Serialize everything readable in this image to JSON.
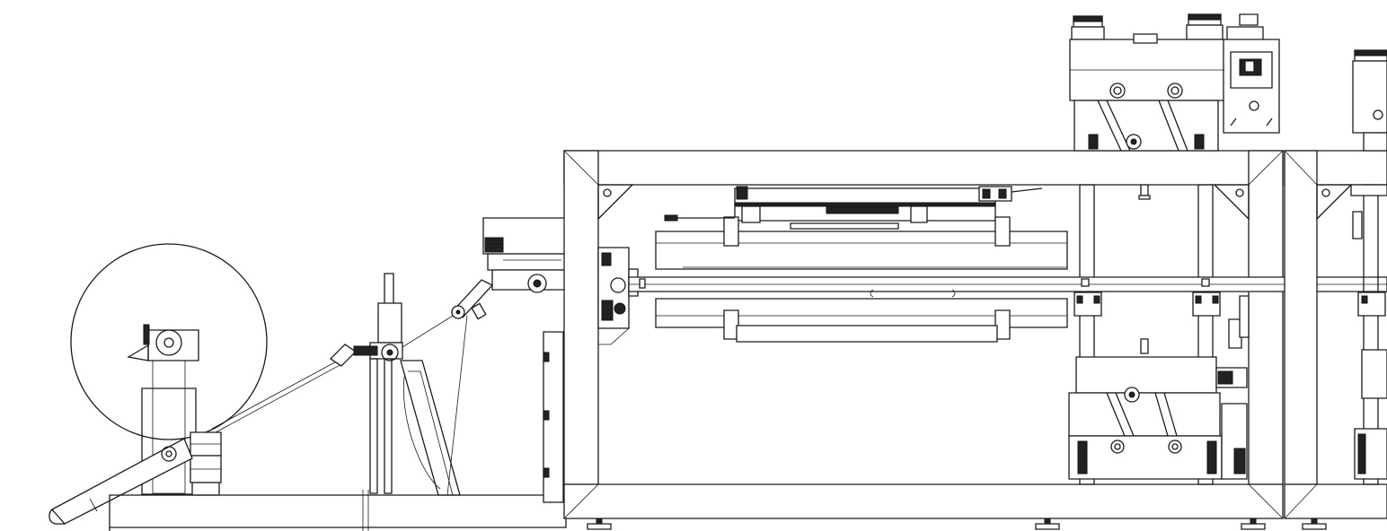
{
  "drawing": {
    "type": "machine side elevation line drawing",
    "line_color": "#1a1a1a",
    "background": "#ffffff",
    "components": [
      "unwind-reel",
      "reel-stand",
      "loading-arm",
      "guide-roller-post",
      "dancer-arm",
      "feed-table",
      "main-frame",
      "upper-carriage",
      "lower-carriage",
      "center-rail",
      "upper-press-unit",
      "lower-press-unit",
      "second-frame",
      "second-press-unit",
      "leveling-feet"
    ]
  }
}
